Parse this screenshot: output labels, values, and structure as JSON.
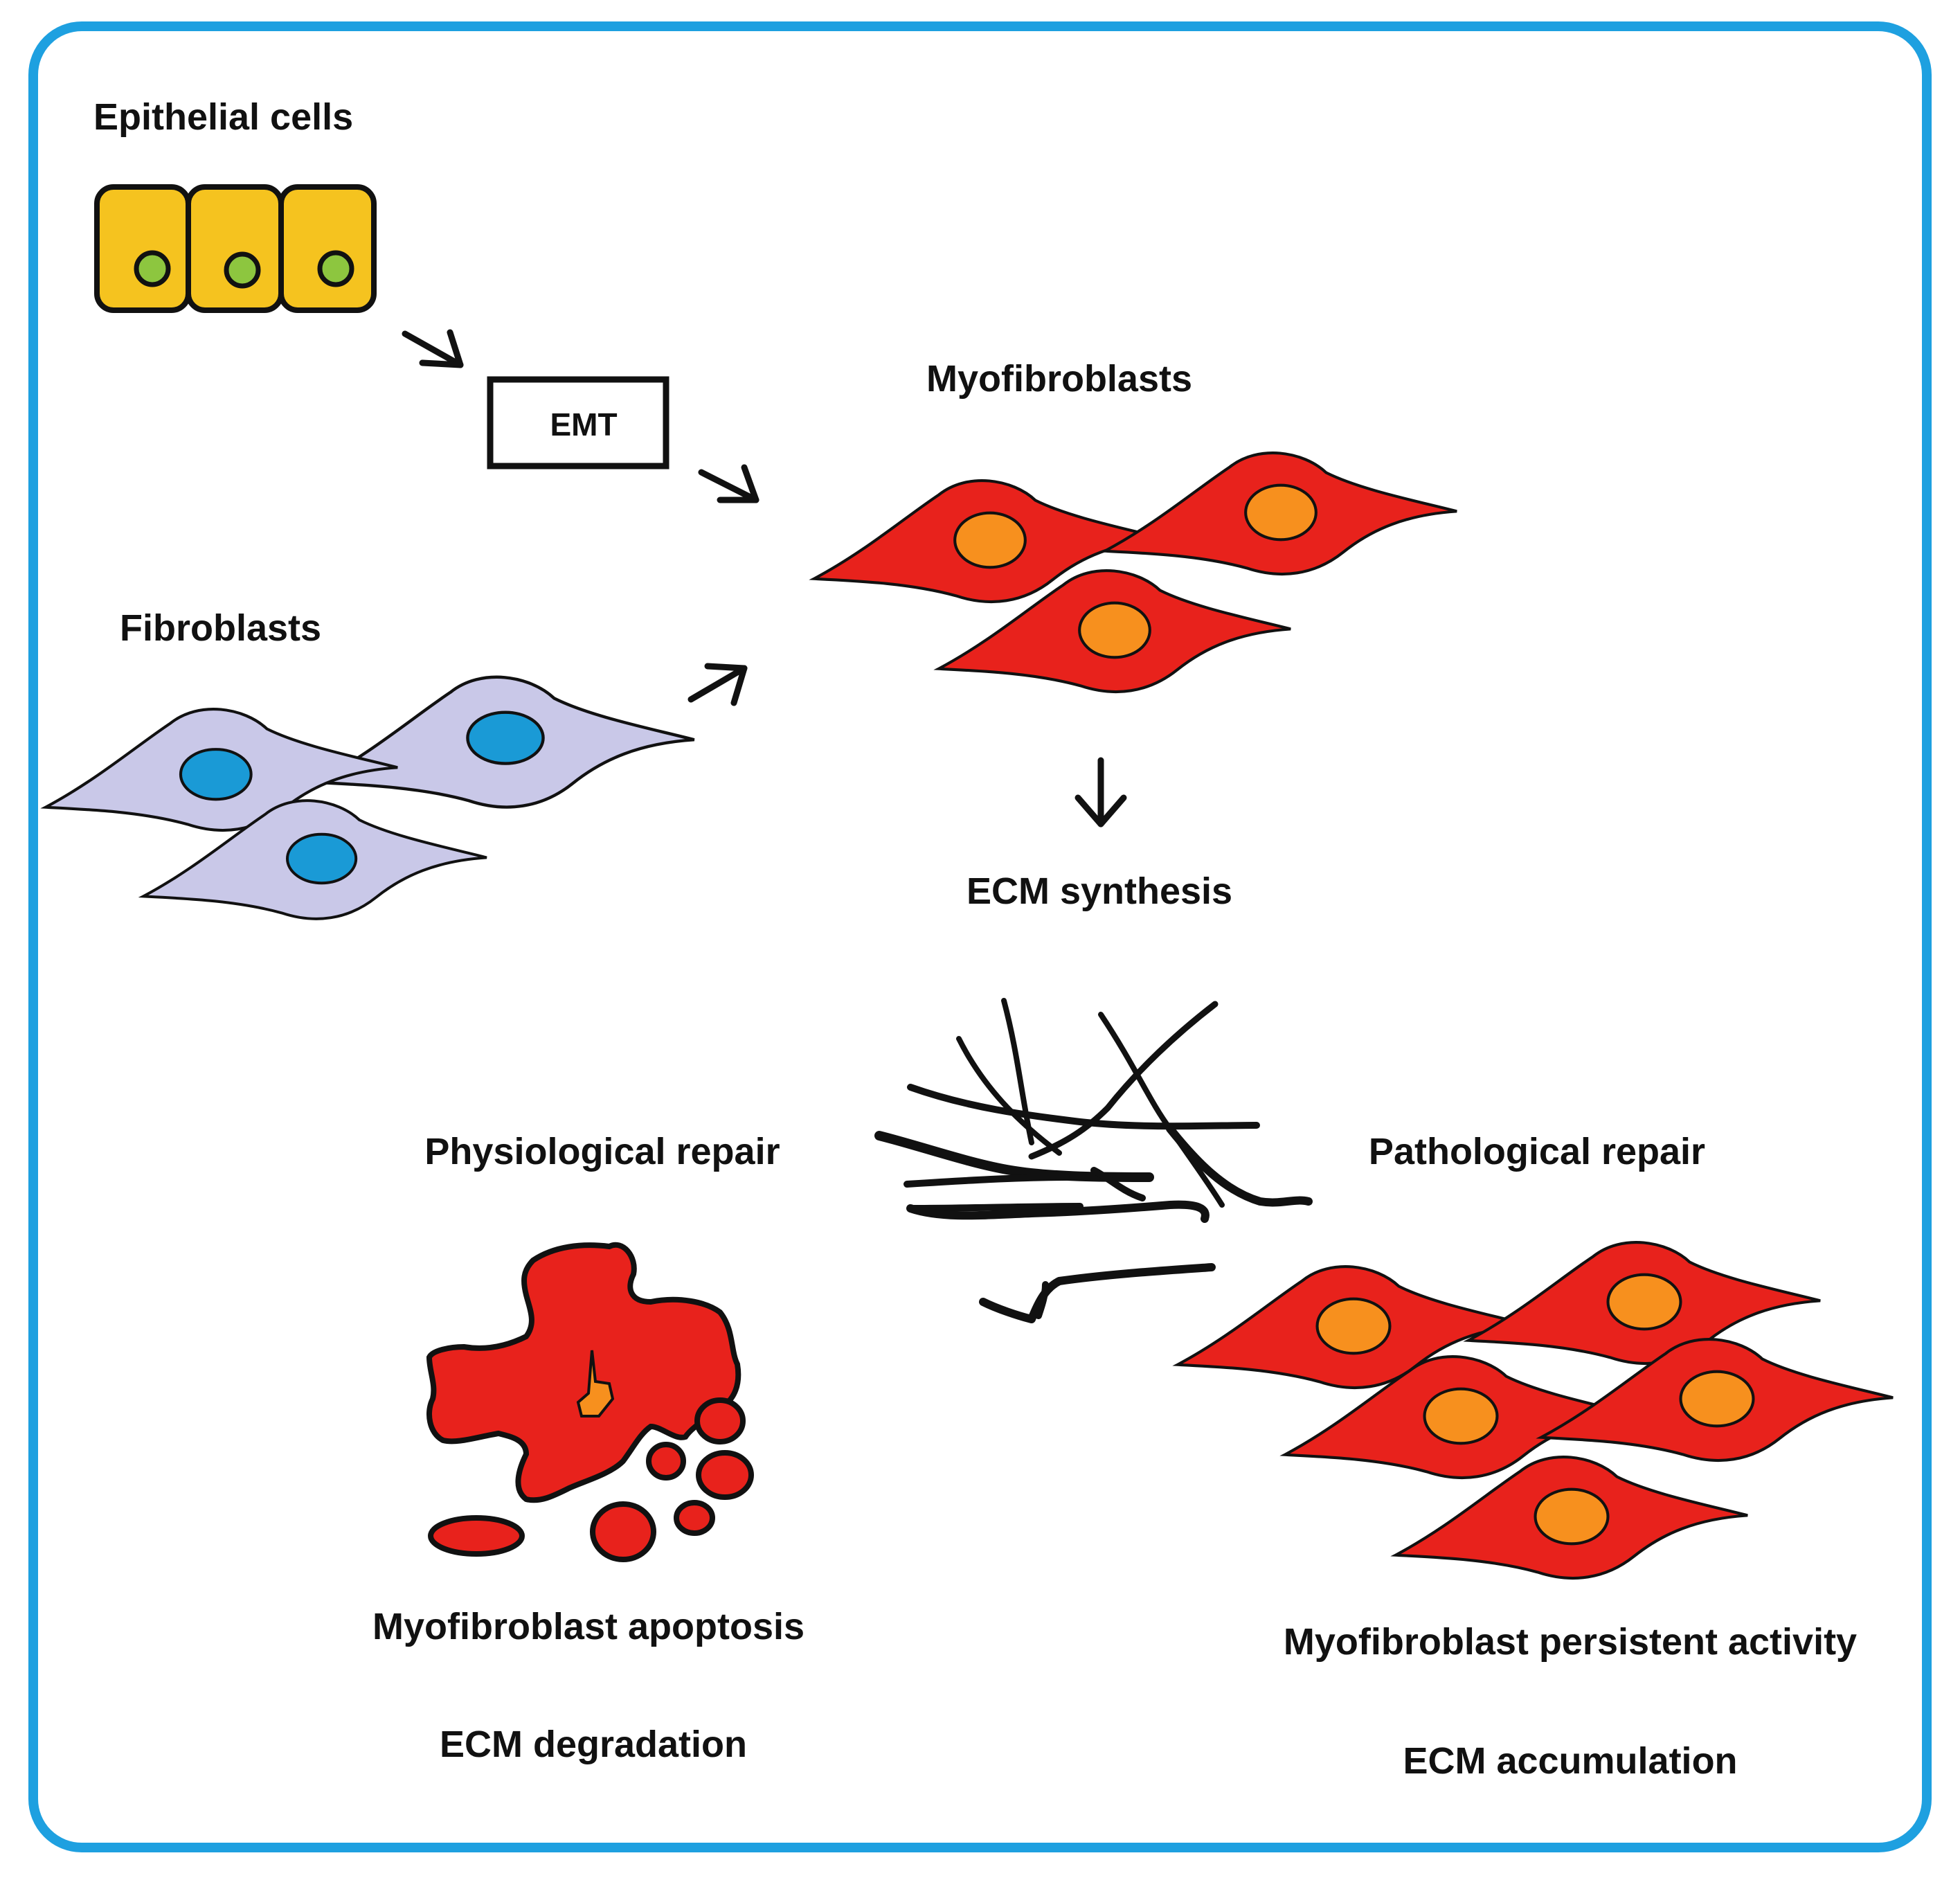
{
  "labels": {
    "epithelial_cells": "Epithelial cells",
    "emt": "EMT",
    "fibroblasts": "Fibroblasts",
    "myofibroblasts": "Myofibroblasts",
    "ecm_synthesis": "ECM synthesis",
    "physiological_repair": "Physiological repair",
    "pathological_repair": "Pathological repair",
    "myofibroblast_apoptosis": "Myofibroblast apoptosis",
    "ecm_degradation": "ECM degradation",
    "myofibroblast_persistent_activity": "Myofibroblast persistent activity",
    "ecm_accumulation": "ECM accumulation"
  },
  "colors": {
    "frame": "#1ea0e0",
    "epithelial_cell": "#f5c31f",
    "epithelial_nucleus": "#8dc63f",
    "fibroblast_body": "#c9c8e8",
    "fibroblast_nucleus": "#1a9ad6",
    "myofibroblast_body": "#e8221c",
    "myofibroblast_nucleus": "#f7901e",
    "outline": "#111111"
  },
  "icons": {
    "arrow": "arrow-icon",
    "ecm_fibers": "ecm-fiber-network-icon"
  }
}
